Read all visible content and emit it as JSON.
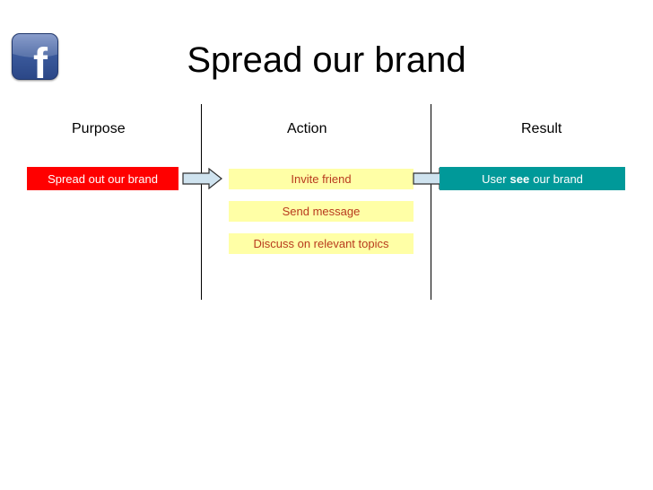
{
  "slide": {
    "title": "Spread our brand"
  },
  "logo": {
    "icon": "facebook-logo-icon",
    "letter": "f",
    "color": "#3b5a9c"
  },
  "columns": {
    "purpose": {
      "heading": "Purpose"
    },
    "action": {
      "heading": "Action"
    },
    "result": {
      "heading": "Result"
    }
  },
  "purpose_box": {
    "label": "Spread out our brand",
    "color": "#ff0000"
  },
  "actions": [
    {
      "label": "Invite friend"
    },
    {
      "label": "Send message"
    },
    {
      "label": "Discuss on relevant topics"
    }
  ],
  "result_box": {
    "prefix": "User",
    "emphasis": "see",
    "suffix": "our brand",
    "color": "#009999"
  },
  "arrows": {
    "icon": "right-arrow-icon",
    "fill_color": "#cfe3ef"
  }
}
